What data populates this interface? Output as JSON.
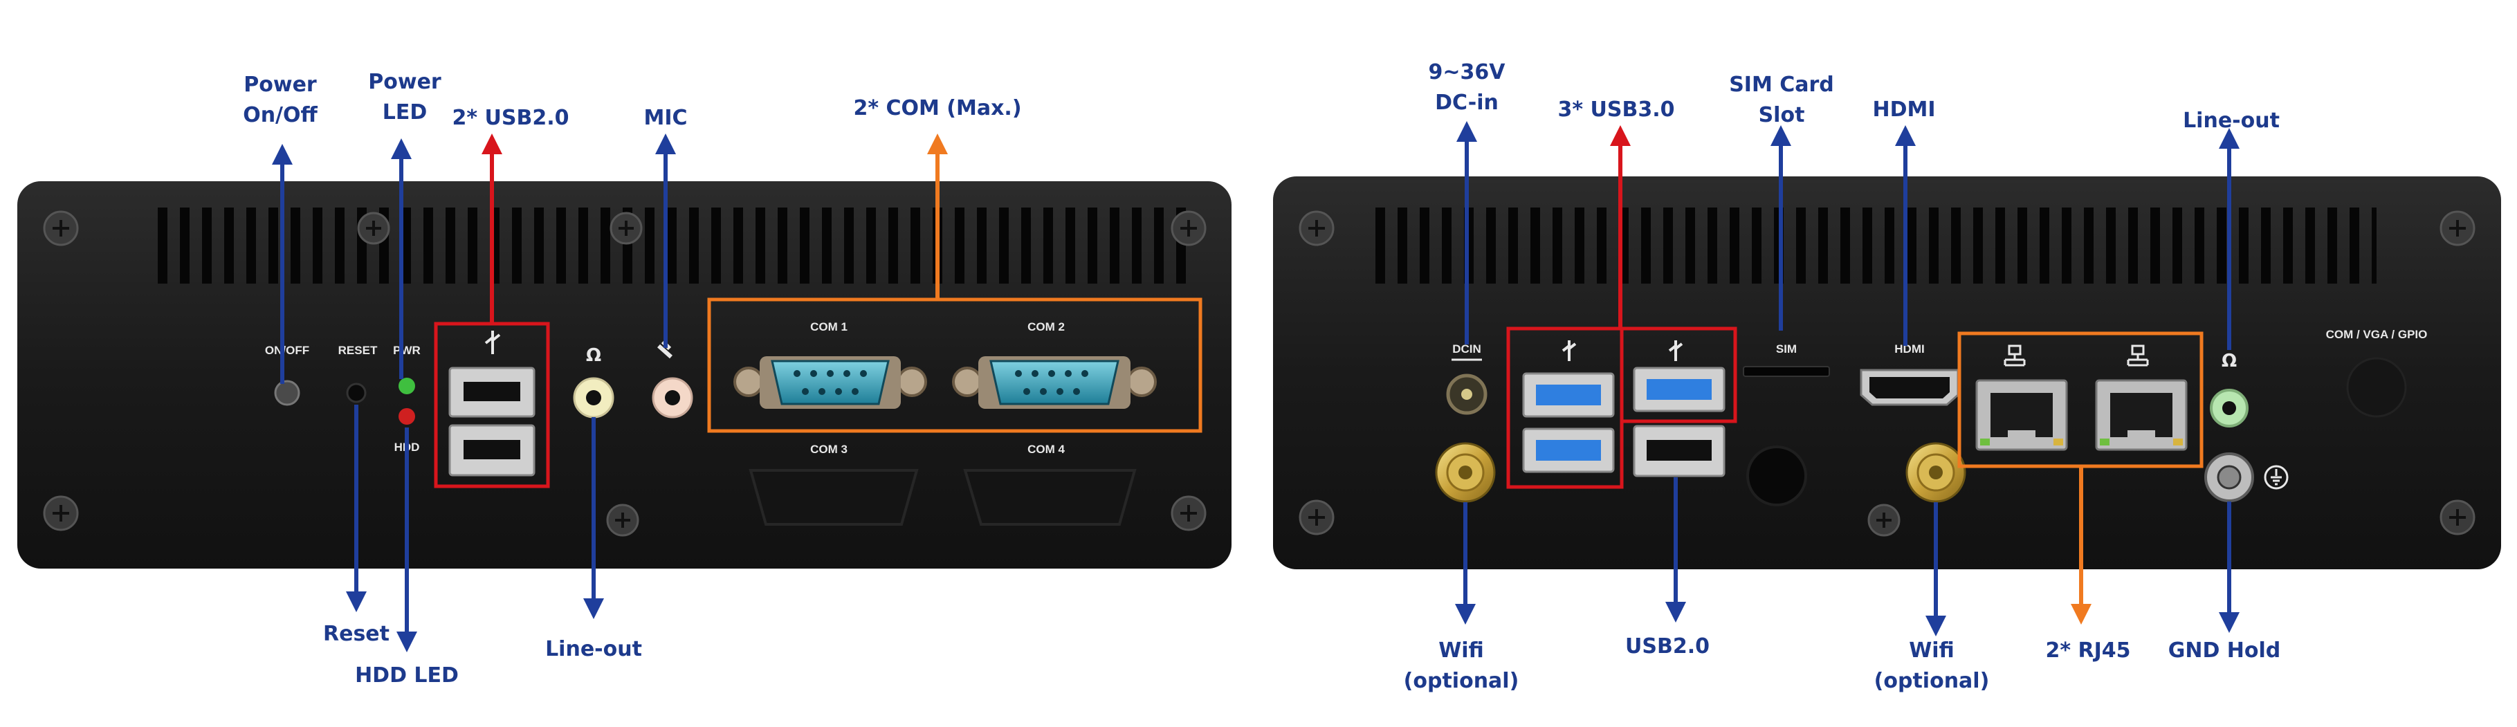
{
  "colors": {
    "callout_text": "#1d3a8c",
    "blue_arrow": "#1f3e9c",
    "red_highlight": "#d8151c",
    "orange_highlight": "#f07a20",
    "chassis": "#1b1b1b"
  },
  "front_panel": {
    "panel_labels": {
      "on_off": "ON/OFF",
      "reset": "RESET",
      "pwr": "PWR",
      "hdd": "HDD",
      "com1": "COM 1",
      "com2": "COM 2",
      "com3": "COM 3",
      "com4": "COM 4"
    },
    "callouts": {
      "power_onoff_l1": "Power",
      "power_onoff_l2": "On/Off",
      "power_led_l1": "Power",
      "power_led_l2": "LED",
      "usb2": "2* USB2.0",
      "mic": "MIC",
      "com": "2* COM (Max.)",
      "reset": "Reset",
      "hdd_led": "HDD LED",
      "line_out": "Line-out"
    }
  },
  "rear_panel": {
    "panel_labels": {
      "dcin": "DCIN",
      "sim": "SIM",
      "hdmi": "HDMI",
      "com_vga_gpio": "COM / VGA / GPIO"
    },
    "callouts": {
      "dc_in_l1": "9~36V",
      "dc_in_l2": "DC-in",
      "usb3": "3* USB3.0",
      "sim_l1": "SIM Card",
      "sim_l2": "Slot",
      "hdmi": "HDMI",
      "line_out": "Line-out",
      "wifi1_l1": "Wifi",
      "wifi1_l2": "(optional)",
      "usb2": "USB2.0",
      "wifi2_l1": "Wifi",
      "wifi2_l2": "(optional)",
      "rj45": "2* RJ45",
      "gnd": "GND Hold"
    }
  }
}
